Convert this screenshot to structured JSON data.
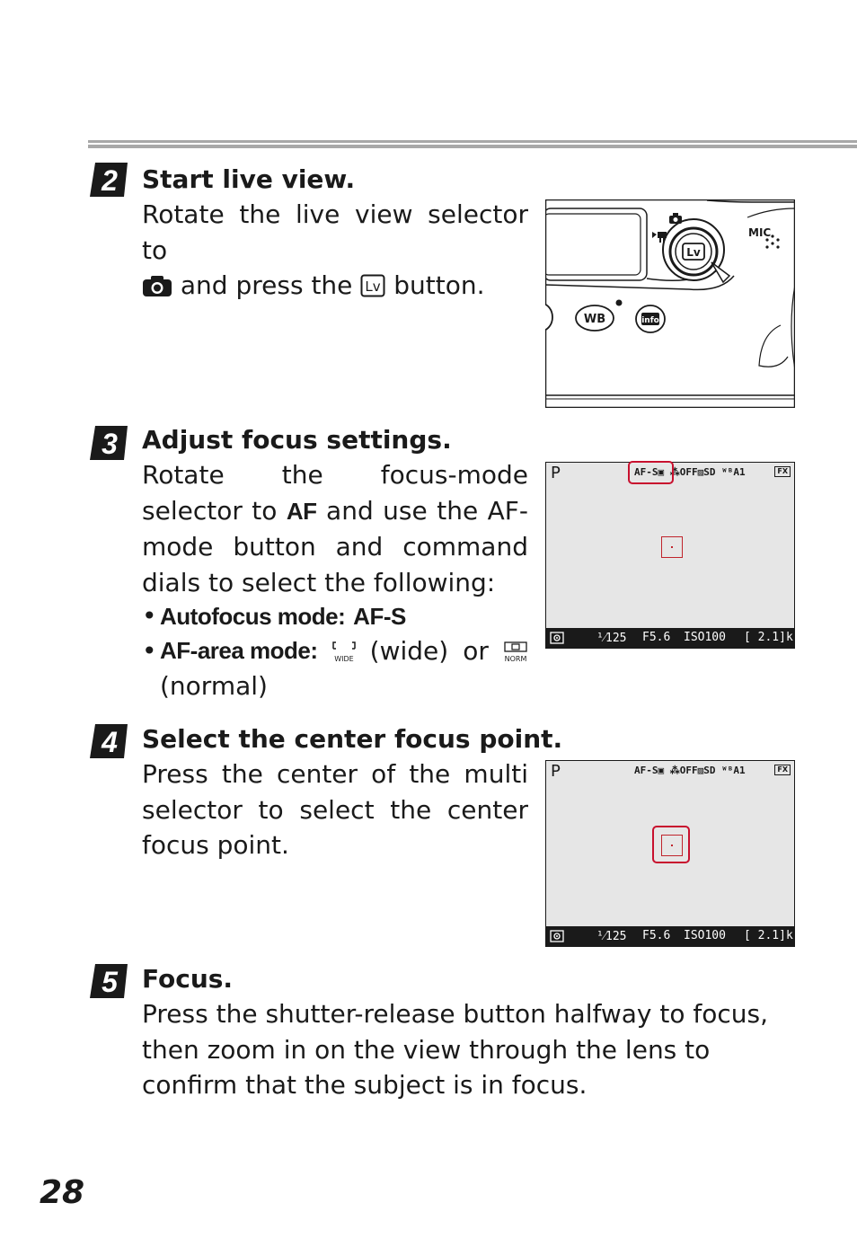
{
  "page_number": "28",
  "steps": [
    {
      "num": "2",
      "title": "Start live view.",
      "line1": "Rotate the live view selector to",
      "line2_after_camera": " and press the ",
      "line2_end": " button."
    },
    {
      "num": "3",
      "title": "Adjust focus settings.",
      "text_before_af": "Rotate the focus-mode selector to ",
      "af_label": "AF",
      "text_after_af": " and use the AF-mode button and command dials to select the following:",
      "bullet1_label": "Autofocus mode:",
      "bullet1_value": "AF-S",
      "bullet2_label": "AF-area mode:",
      "bullet2_wide": "(wide)",
      "bullet2_or": "or",
      "bullet2_normal": "(normal)"
    },
    {
      "num": "4",
      "title": "Select the center focus point.",
      "text": "Press the center of the multi selector to select the center focus point."
    },
    {
      "num": "5",
      "title": "Focus.",
      "text": "Press the shutter-release button halfway to focus, then zoom in on the view through the lens to confirm that the subject is in focus."
    }
  ],
  "camera_figure": {
    "labels": {
      "mic": "MIC",
      "wb": "WB",
      "info": "info",
      "lv": "Lv"
    }
  },
  "lcd": {
    "mode": "P",
    "top_icons": "AF-S▣ ⁂OFF▨SD ᵂᴮA1",
    "fx": "FX",
    "shutter": "¹⁄125",
    "aperture": "F5.6",
    "iso": "ISO100",
    "shots": "[ 2.1]k"
  },
  "icons": {
    "camera_icon": "camera-icon",
    "lv_icon": "lv-button-icon",
    "wide_icon": "af-area-wide-icon",
    "normal_icon": "af-area-normal-icon",
    "meter_icon": "metering-icon"
  }
}
